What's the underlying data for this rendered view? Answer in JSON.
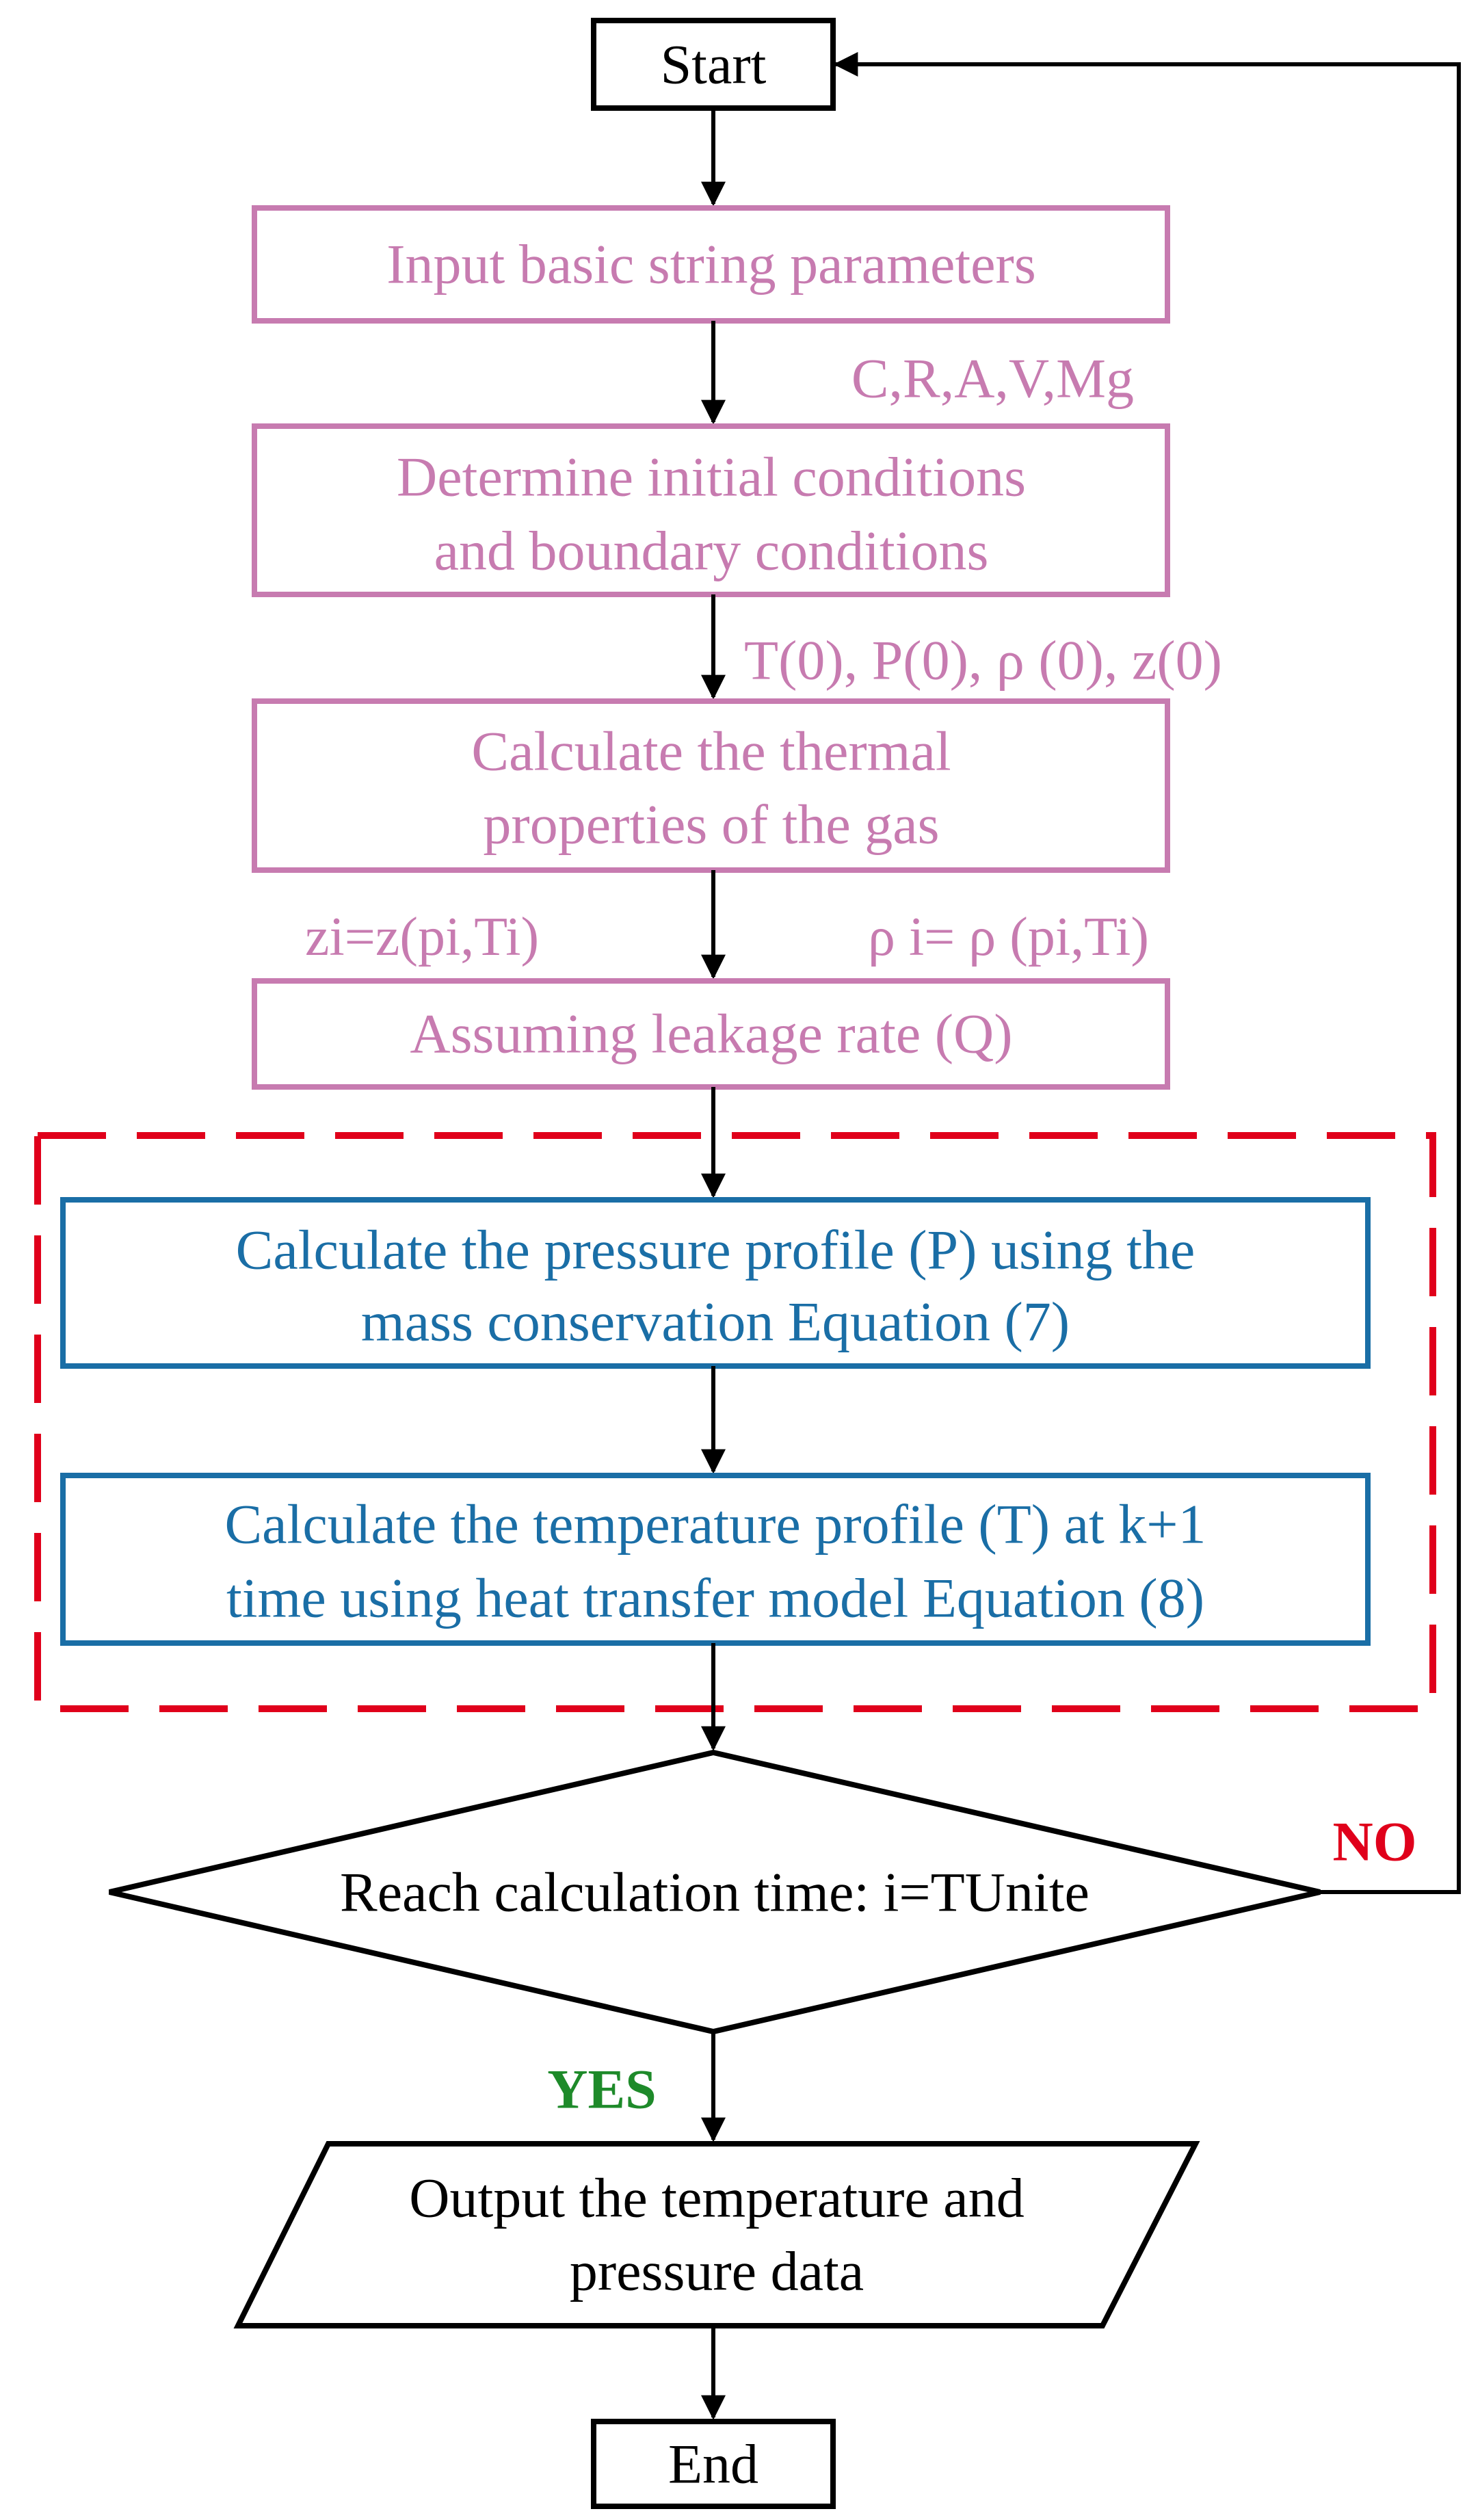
{
  "nodes": {
    "start": "Start",
    "input_params": "Input basic string parameters",
    "initial_conditions": [
      "Determine initial conditions",
      "and boundary conditions"
    ],
    "thermal_properties": [
      "Calculate the thermal",
      "properties of the gas"
    ],
    "assume_leakage": "Assuming leakage rate (Q)",
    "pressure_profile": [
      "Calculate the pressure profile (P) using the",
      "mass conservation Equation (7)"
    ],
    "temperature_profile": [
      "Calculate the temperature profile (T) at k+1",
      "time using heat transfer model Equation (8)"
    ],
    "decision": "Reach calculation time: i=TUnite",
    "output": [
      "Output the temperature and",
      "pressure data"
    ],
    "end": "End"
  },
  "edge_labels": {
    "params": "C,R,A,V,Mg",
    "initial_values": "T(0), P(0),  ρ (0), z(0)",
    "z_formula": "zi=z(pi,Ti)",
    "rho_formula": "ρ i= ρ (pi,Ti)",
    "no": "NO",
    "yes": "YES"
  },
  "colors": {
    "stage_pink": "#c77bb0",
    "model_blue": "#1a6ea6",
    "loop_red": "#e0001b",
    "yes_green": "#1e8a2a",
    "outline_black": "#000000"
  }
}
